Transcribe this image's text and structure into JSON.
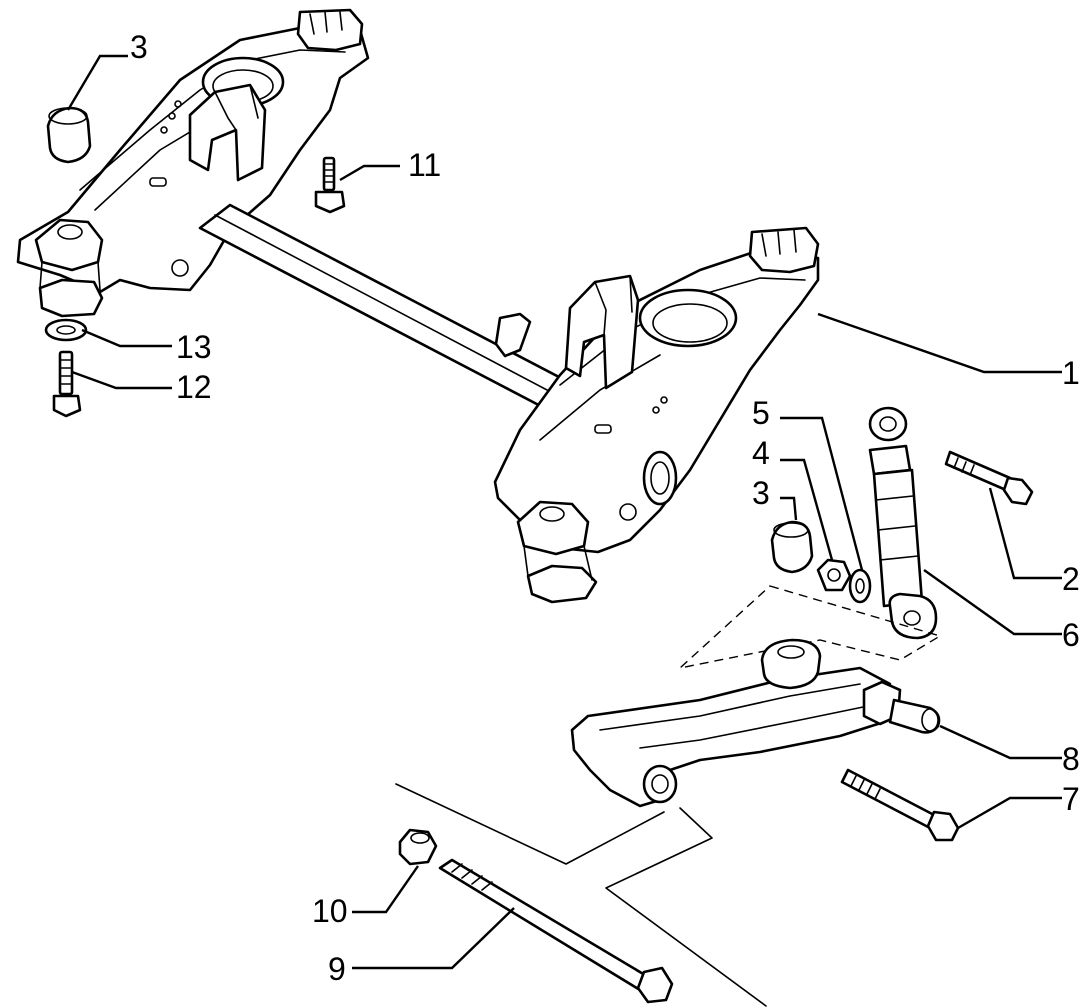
{
  "callouts": {
    "c1": "1",
    "c2": "2",
    "c3_top": "3",
    "c3_mid": "3",
    "c4": "4",
    "c5": "5",
    "c6": "6",
    "c7": "7",
    "c8": "8",
    "c9": "9",
    "c10": "10",
    "c11": "11",
    "c12": "12",
    "c13": "13"
  },
  "colors": {
    "line": "#000000",
    "background": "#ffffff"
  }
}
